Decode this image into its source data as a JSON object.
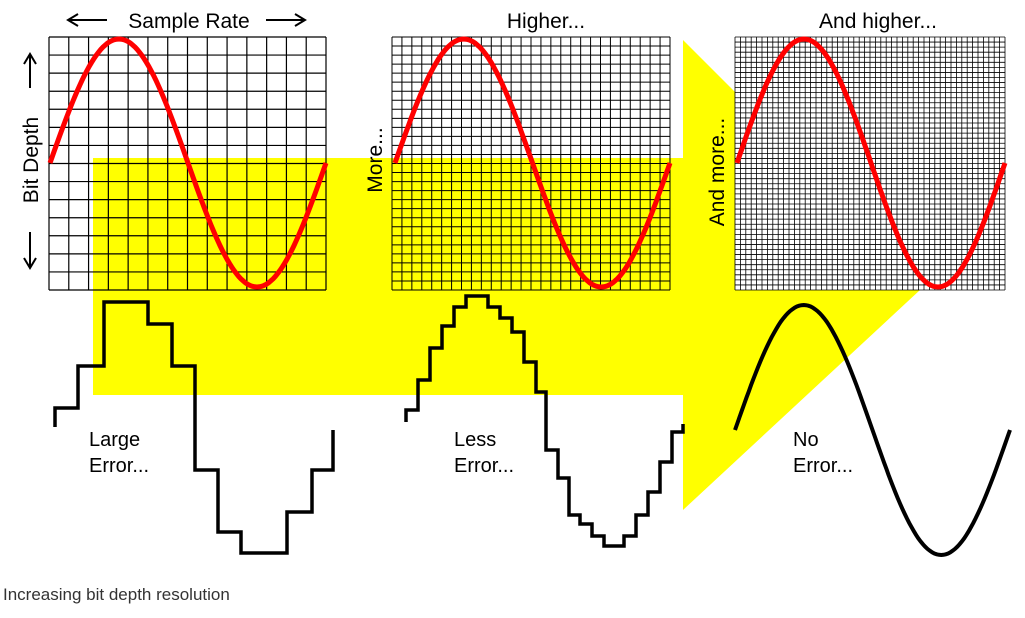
{
  "figure": {
    "sample_rate_label": "Sample Rate",
    "bit_depth_label": "Bit Depth",
    "panels": [
      {
        "top_label": "",
        "side_label": "",
        "error_label": [
          "Large",
          "Error..."
        ]
      },
      {
        "top_label": "Higher...",
        "side_label": "More...",
        "error_label": [
          "Less",
          "Error..."
        ]
      },
      {
        "top_label": "And higher...",
        "side_label": "And more...",
        "error_label": [
          "No",
          "Error..."
        ]
      }
    ]
  },
  "caption": "Increasing bit depth resolution",
  "colors": {
    "sine": "#ff0000",
    "highlight": "#ffff00",
    "grid": "#000000",
    "staircase": "#000000"
  },
  "icons": [
    "arrow-left-icon",
    "arrow-right-icon",
    "arrow-up-icon",
    "arrow-down-icon"
  ]
}
